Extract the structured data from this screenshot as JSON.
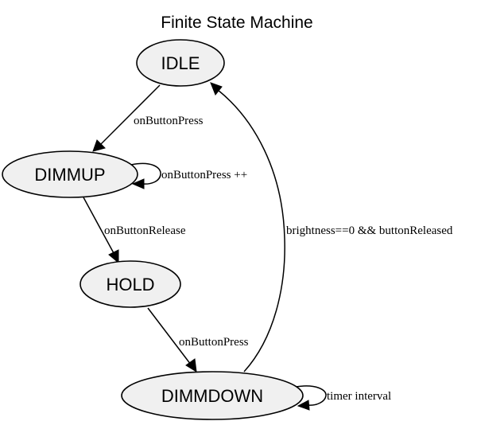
{
  "title": "Finite State Machine",
  "colors": {
    "node_fill": "#f0f0f0",
    "stroke": "#000000",
    "background": "#ffffff"
  },
  "nodes": [
    {
      "id": "IDLE",
      "label": "IDLE",
      "shape": "ellipse"
    },
    {
      "id": "DIMMUP",
      "label": "DIMMUP",
      "shape": "ellipse"
    },
    {
      "id": "HOLD",
      "label": "HOLD",
      "shape": "ellipse"
    },
    {
      "id": "DIMMDOWN",
      "label": "DIMMDOWN",
      "shape": "ellipse"
    }
  ],
  "edges": [
    {
      "from": "IDLE",
      "to": "DIMMUP",
      "label": "onButtonPress"
    },
    {
      "from": "DIMMUP",
      "to": "DIMMUP",
      "label": "onButtonPress ++"
    },
    {
      "from": "DIMMUP",
      "to": "HOLD",
      "label": "onButtonRelease"
    },
    {
      "from": "HOLD",
      "to": "DIMMDOWN",
      "label": "onButtonPress"
    },
    {
      "from": "DIMMDOWN",
      "to": "DIMMDOWN",
      "label": "timer interval"
    },
    {
      "from": "DIMMDOWN",
      "to": "IDLE",
      "label": "brightness==0 && buttonReleased"
    }
  ]
}
